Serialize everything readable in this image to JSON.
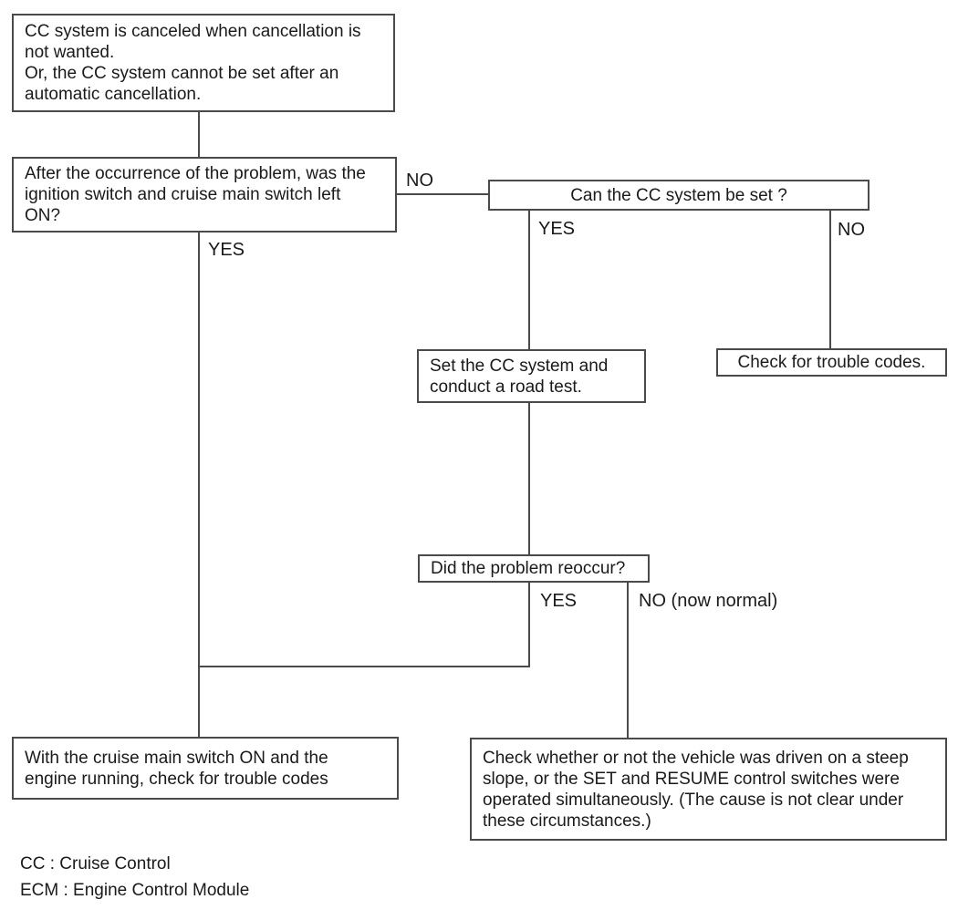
{
  "diagram": {
    "type": "troubleshooting-flowchart",
    "topic": "Cruise Control system cancellation diagnosis"
  },
  "nodes": {
    "problem": {
      "text": "CC system is canceled when cancellation is\nnot wanted.\nOr, the CC system cannot be set after an\nautomatic cancellation."
    },
    "q_switch_left_on": {
      "text": "After the occurrence of the problem, was the\nignition switch and cruise main switch left\nON?"
    },
    "q_can_set": {
      "text": "Can the CC system be set ?"
    },
    "set_road_test": {
      "text": "Set the CC system and\nconduct a road test."
    },
    "check_trouble_codes": {
      "text": "Check for trouble codes."
    },
    "q_problem_reoccur": {
      "text": "Did the problem reoccur?"
    },
    "check_codes_engine_running": {
      "text": "With the cruise main switch ON and the\nengine running, check for trouble codes"
    },
    "check_steep_slope": {
      "text": "Check whether or not the vehicle was driven on a steep\nslope, or the SET and RESUME control switches were\noperated simultaneously. (The cause is not clear under\nthese circumstances.)"
    }
  },
  "branch_labels": {
    "switch_no": "NO",
    "switch_yes": "YES",
    "can_set_yes": "YES",
    "can_set_no": "NO",
    "reoccur_yes": "YES",
    "reoccur_no": "NO (now normal)"
  },
  "legend": {
    "cc": "CC : Cruise Control",
    "ecm": "ECM : Engine Control Module"
  },
  "colors": {
    "line": "#4a4a4a",
    "text": "#1a1a1a",
    "background": "#ffffff"
  }
}
